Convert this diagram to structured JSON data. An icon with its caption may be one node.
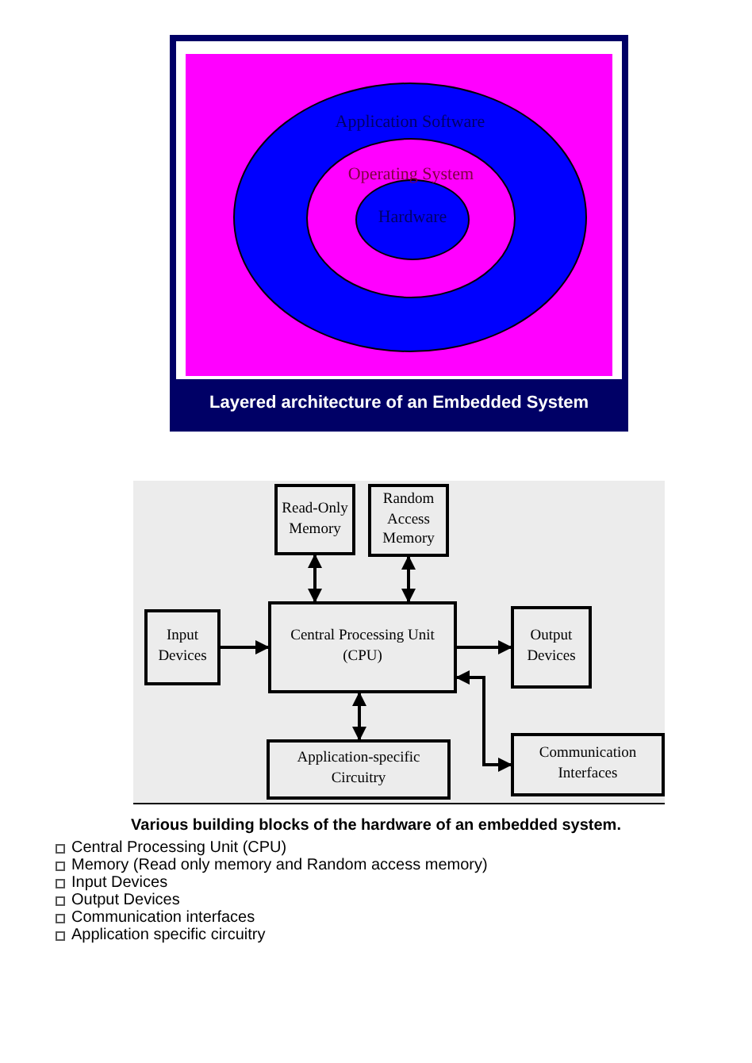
{
  "diagram": {
    "caption": "Various building blocks of the hardware of an embedded system.",
    "nodes": [
      {
        "text": [
          "Layered architecture of an Embedded System"
        ]
      },
      {
        "text": [
          "Application Software"
        ],
        "in": 0
      },
      {
        "text": [
          "Operating System"
        ],
        "in": 1
      },
      {
        "text": [
          "Hardware"
        ],
        "in": 2
      },
      {
        "text": [
          "Read-Only Memory"
        ]
      },
      {
        "text": [
          "Random Access Memory"
        ]
      },
      {
        "text": [
          "Input Devices"
        ]
      },
      {
        "text": [
          "Central Processing Unit (CPU)"
        ]
      },
      {
        "text": [
          "Output Devices"
        ]
      },
      {
        "text": [
          "Application-specific Circuitry"
        ]
      },
      {
        "text": [
          "Communication Interfaces"
        ]
      }
    ],
    "edges": [
      {
        "from": 4,
        "to": 7,
        "arrow": "both"
      },
      {
        "from": 5,
        "to": 7,
        "arrow": "both"
      },
      {
        "from": 6,
        "to": 7,
        "arrow": "to"
      },
      {
        "from": 7,
        "to": 8,
        "arrow": "to"
      },
      {
        "from": 7,
        "to": 9,
        "arrow": "both"
      },
      {
        "from": 7,
        "to": 10,
        "arrow": "both"
      }
    ],
    "labels": [
      "Central Processing Unit (CPU)",
      "Memory (Read only memory and Random access memory)",
      "Input Devices",
      "Output Devices",
      "Communication interfaces",
      "Application specific circuitry"
    ]
  }
}
